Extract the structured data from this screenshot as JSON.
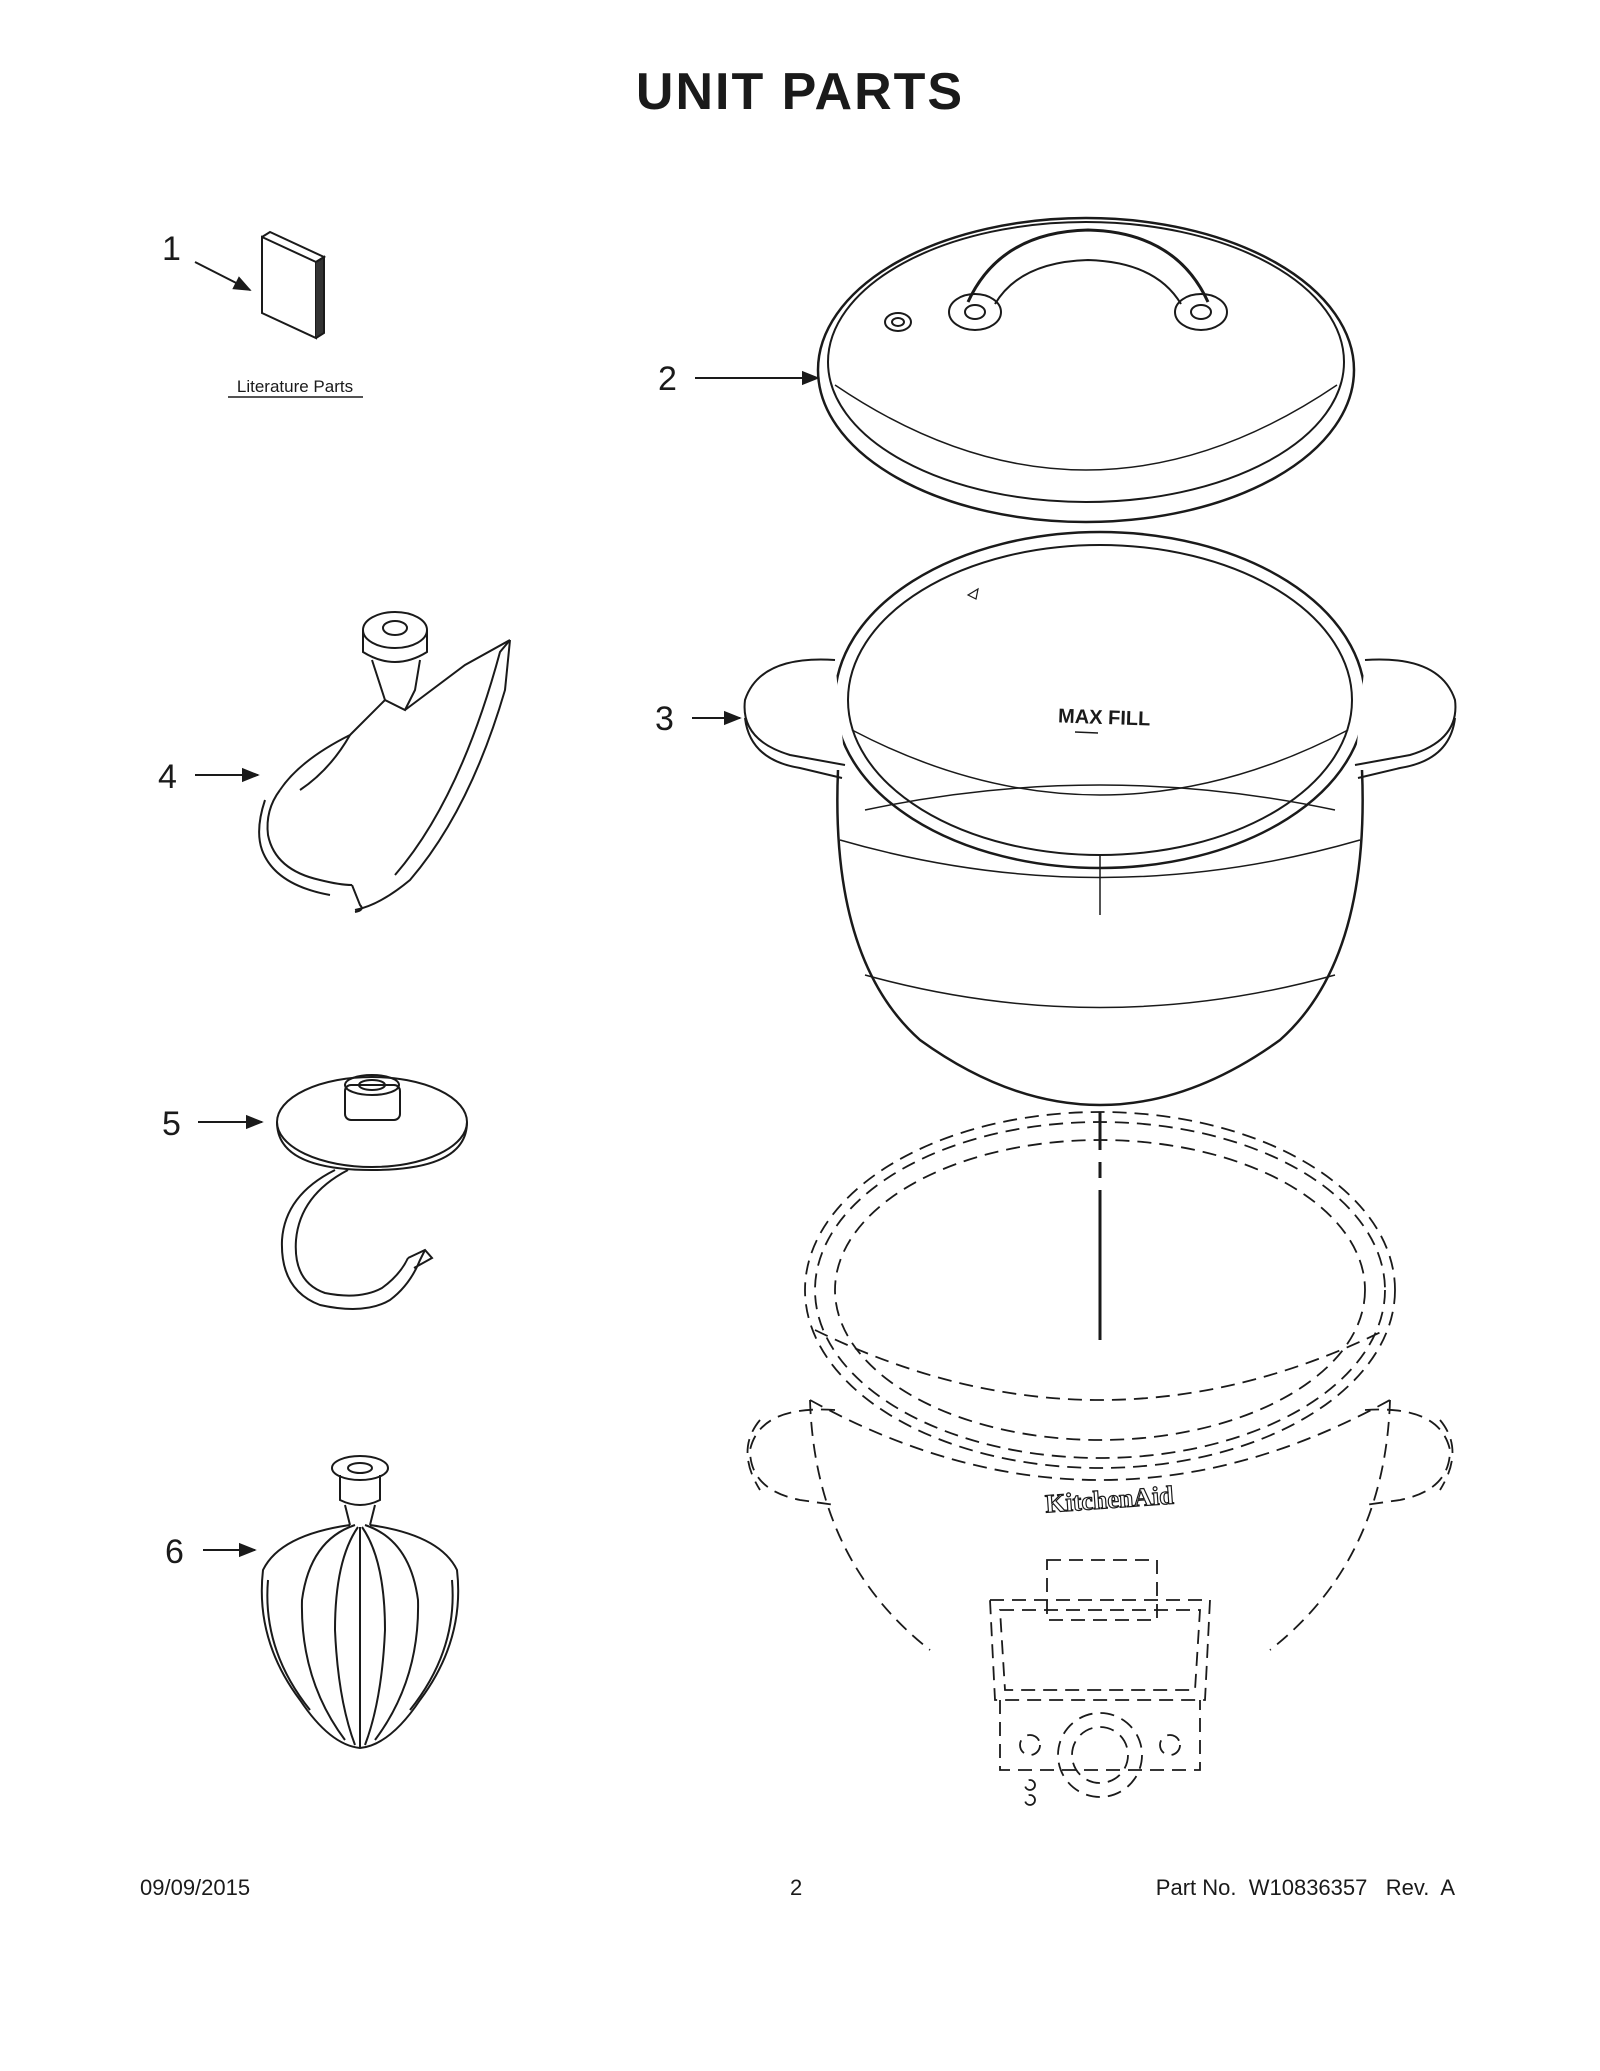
{
  "title": "UNIT  PARTS",
  "callouts": {
    "c1": "1",
    "c2": "2",
    "c3": "3",
    "c4": "4",
    "c5": "5",
    "c6": "6"
  },
  "labels": {
    "literature_parts": "Literature Parts",
    "max_fill": "MAX  FILL",
    "brand": "KitchenAid"
  },
  "footer": {
    "date": "09/09/2015",
    "page": "2",
    "part": "Part No.  W10836357   Rev.  A"
  }
}
